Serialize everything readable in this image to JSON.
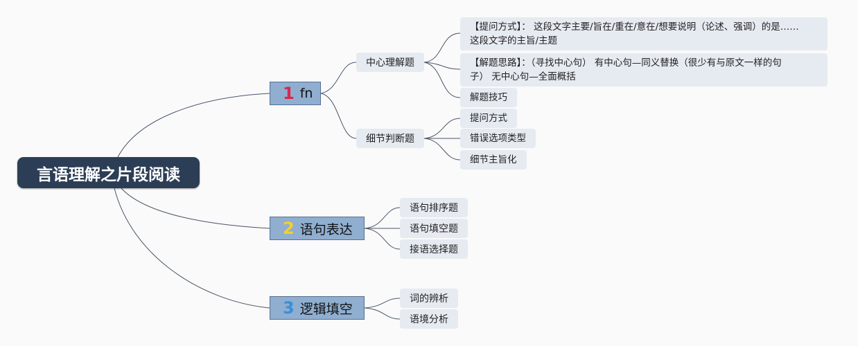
{
  "root": {
    "label": "言语理解之片段阅读"
  },
  "branches": [
    {
      "num": "1",
      "num_color": "#d32a4a",
      "label": "fn",
      "subs": [
        {
          "label": "中心理解题",
          "children": [
            {
              "line1": "【提问方式】： 这段文字主要/旨在/重在/意在/想要说明（论述、强调）的是……",
              "line2": "这段文字的主旨/主题"
            },
            {
              "line1": "【解题思路】：（寻找中心句） 有中心句—同义替换（很少有与原文一样的句",
              "line2": "子） 无中心句—全面概括"
            },
            {
              "line1": "解题技巧"
            }
          ]
        },
        {
          "label": "细节判断题",
          "children": [
            {
              "line1": "提问方式"
            },
            {
              "line1": "错误选项类型"
            },
            {
              "line1": "细节主旨化"
            }
          ]
        }
      ]
    },
    {
      "num": "2",
      "num_color": "#f2d12c",
      "label": "语句表达",
      "subs": [
        {
          "label": "语句排序题"
        },
        {
          "label": "语句填空题"
        },
        {
          "label": "接语选择题"
        }
      ]
    },
    {
      "num": "3",
      "num_color": "#3a8fd8",
      "label": "逻辑填空",
      "subs": [
        {
          "label": "词的辨析"
        },
        {
          "label": "语境分析"
        }
      ]
    }
  ],
  "colors": {
    "line": "#4a5568",
    "root_bg": "#2c3e55",
    "branch_bg": "#8faed0",
    "node_bg": "#e6eaf1"
  }
}
